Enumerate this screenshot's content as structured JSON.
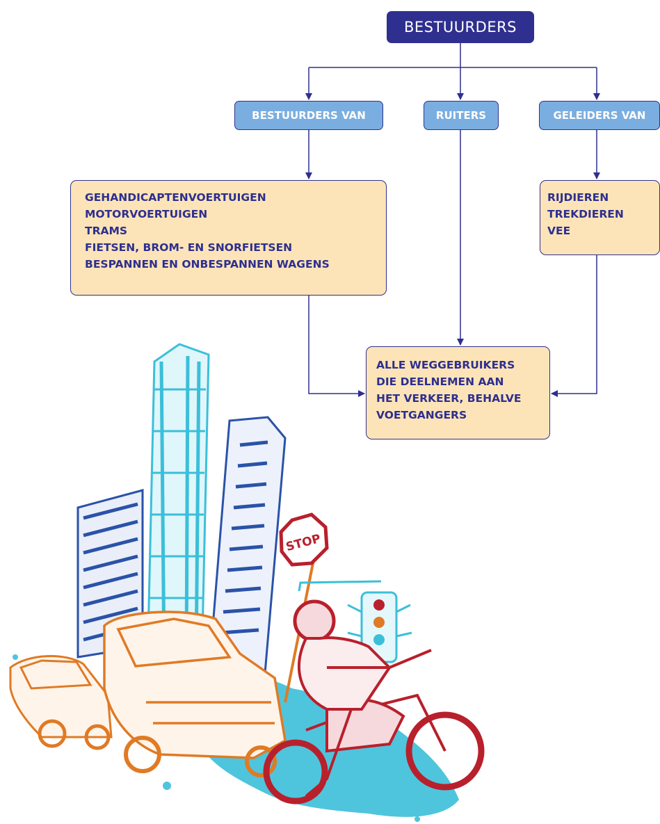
{
  "diagram": {
    "root": "BESTUURDERS",
    "categories": [
      "BESTUURDERS VAN",
      "RUITERS",
      "GELEIDERS VAN"
    ],
    "vehicles": [
      "GEHANDICAPTENVOERTUIGEN",
      "MOTORVOERTUIGEN",
      "TRAMS",
      "FIETSEN, BROM- EN SNORFIETSEN",
      "BESPANNEN EN ONBESPANNEN WAGENS"
    ],
    "animals": [
      "RIJDIEREN",
      "TREKDIEREN",
      "VEE"
    ],
    "result": [
      "ALLE WEGGEBRUIKERS",
      "DIE DEELNEMEN  AAN",
      "HET VERKEER, BEHALVE",
      "VOETGANGERS"
    ]
  },
  "illustration": {
    "stop_sign": "STOP"
  },
  "colors": {
    "navy": "#2e2f8f",
    "category_fill": "#7aaee0",
    "box_fill": "#fde4b8",
    "illus_cyan": "#3bbfd9",
    "illus_blue": "#2a52a8",
    "illus_orange": "#e07a25",
    "illus_red": "#b8202c"
  }
}
